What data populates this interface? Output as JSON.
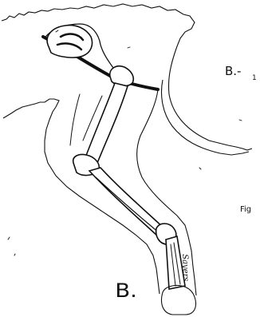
{
  "figure": {
    "main_label": "B.",
    "side_label": "B.-",
    "side_label_cut": "1",
    "fig_label": "Fig",
    "signature": "Sayers"
  }
}
